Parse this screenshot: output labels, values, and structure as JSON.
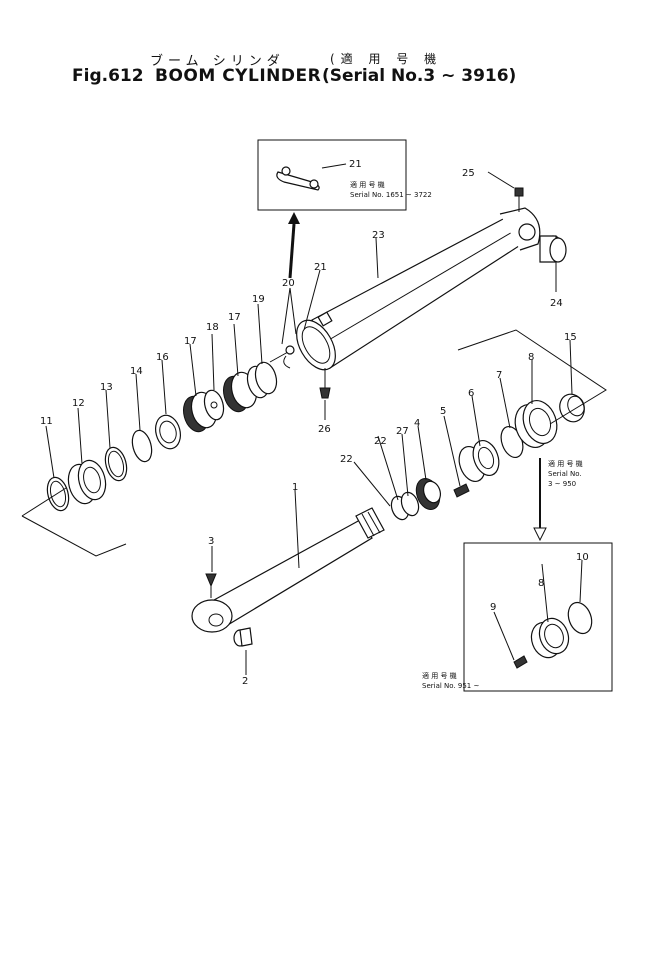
{
  "header": {
    "title_jp": "ブーム シリンダ",
    "title_jp_paren": "(適 用 号 機",
    "fig_label": "Fig.612",
    "title_en": "BOOM CYLINDER",
    "serial_range": "(Serial No.3 ~ 3916)"
  },
  "parts": {
    "p1": "1",
    "p2": "2",
    "p3": "3",
    "p4": "4",
    "p5": "5",
    "p6": "6",
    "p7": "7",
    "p8": "8",
    "p8b": "8",
    "p9": "9",
    "p10": "10",
    "p11": "11",
    "p12": "12",
    "p13": "13",
    "p14": "14",
    "p15": "15",
    "p16": "16",
    "p17a": "17",
    "p17b": "17",
    "p18": "18",
    "p19": "19",
    "p20": "20",
    "p21a": "21",
    "p21b": "21",
    "p22a": "22",
    "p22b": "22",
    "p23": "23",
    "p24": "24",
    "p25": "25",
    "p26": "26",
    "p27": "27"
  },
  "notes": {
    "inset_top_jp": "適 用 号 機",
    "inset_top_serial": "Serial No. 1651 ~ 3722",
    "mid_jp": "適 用 号 機",
    "mid_serial": "Serial No.",
    "mid_range": "3 ~ 950",
    "inset_bottom_jp": "適 用 号 機",
    "inset_bottom_serial": "Serial No. 951 ~"
  }
}
